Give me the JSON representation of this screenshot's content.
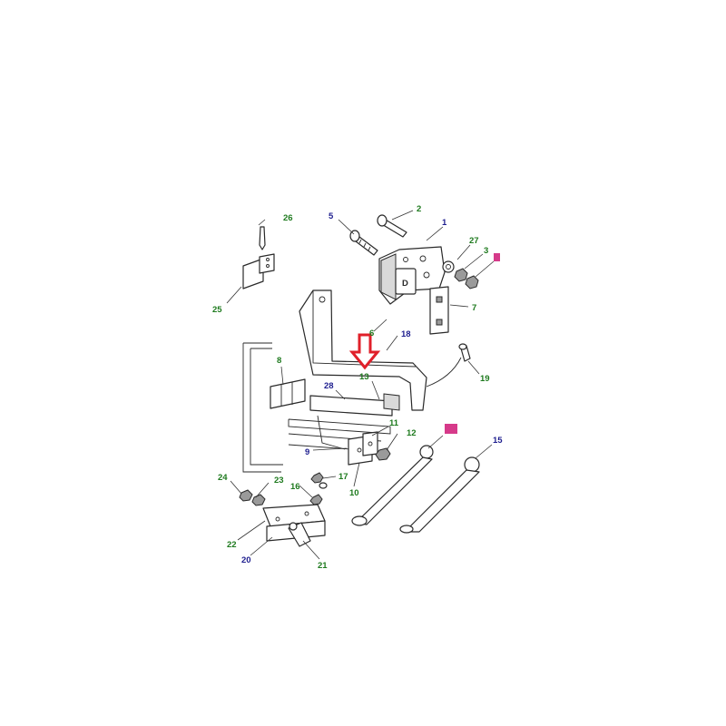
{
  "diagram": {
    "colors": {
      "green": "#1e7a1e",
      "blue": "#1f1f8f",
      "red_arrow": "#e0202a",
      "highlight_box": "#d63a8a"
    },
    "callouts": [
      {
        "id": "1",
        "text": "1",
        "color": "blue"
      },
      {
        "id": "2",
        "text": "2",
        "color": "green"
      },
      {
        "id": "3",
        "text": "3",
        "color": "green"
      },
      {
        "id": "4",
        "text": "",
        "color": "blue",
        "highlighted": true
      },
      {
        "id": "5",
        "text": "5",
        "color": "blue"
      },
      {
        "id": "6",
        "text": "6",
        "color": "green"
      },
      {
        "id": "7",
        "text": "7",
        "color": "green"
      },
      {
        "id": "8",
        "text": "8",
        "color": "green"
      },
      {
        "id": "9",
        "text": "9",
        "color": "blue"
      },
      {
        "id": "10",
        "text": "10",
        "color": "green"
      },
      {
        "id": "11",
        "text": "11",
        "color": "green"
      },
      {
        "id": "12",
        "text": "12",
        "color": "green"
      },
      {
        "id": "13",
        "text": "13",
        "color": "green"
      },
      {
        "id": "14",
        "text": "",
        "color": "blue",
        "highlighted": true
      },
      {
        "id": "15",
        "text": "15",
        "color": "blue"
      },
      {
        "id": "16",
        "text": "16",
        "color": "green"
      },
      {
        "id": "17",
        "text": "17",
        "color": "green"
      },
      {
        "id": "18",
        "text": "18",
        "color": "blue"
      },
      {
        "id": "19",
        "text": "19",
        "color": "green"
      },
      {
        "id": "20",
        "text": "20",
        "color": "blue"
      },
      {
        "id": "21",
        "text": "21",
        "color": "green"
      },
      {
        "id": "22",
        "text": "22",
        "color": "green"
      },
      {
        "id": "23",
        "text": "23",
        "color": "green"
      },
      {
        "id": "24",
        "text": "24",
        "color": "green"
      },
      {
        "id": "25",
        "text": "25",
        "color": "green"
      },
      {
        "id": "26",
        "text": "26",
        "color": "green"
      },
      {
        "id": "27",
        "text": "27",
        "color": "green"
      },
      {
        "id": "28",
        "text": "28",
        "color": "blue"
      }
    ],
    "pointer": {
      "target": "13",
      "icon": "red-down-arrow-icon"
    }
  }
}
